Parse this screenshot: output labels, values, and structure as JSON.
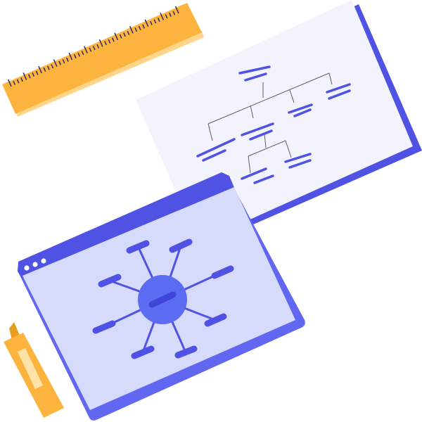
{
  "colors": {
    "ruler": "#FDB43E",
    "ruler_edge": "#FFD58C",
    "ruler_ticks": "#2E2A6B",
    "back_paper": "#F3F3FE",
    "back_paper_shadow": "#4F52E3",
    "tree_lines": "#5A5C75",
    "tree_labels": "#4F52E3",
    "window_frame": "#6167F0",
    "window_bar": "#4F52E3",
    "window_body": "#D6DAFB",
    "window_dots": "#FFFFFF",
    "hub": "#5B6CF2",
    "hub_label": "#3F45D9",
    "node": "#4F52E3",
    "spokes": "#4F52E3",
    "marker_body": "#FDB43E",
    "marker_window": "#FFE3A8",
    "marker_cap": "#E79C1E"
  },
  "illustration": {
    "elements": [
      "ruler",
      "org-chart-sheet",
      "mind-map-window",
      "highlighter"
    ],
    "window_dots": 3,
    "mind_map_nodes": 8
  }
}
